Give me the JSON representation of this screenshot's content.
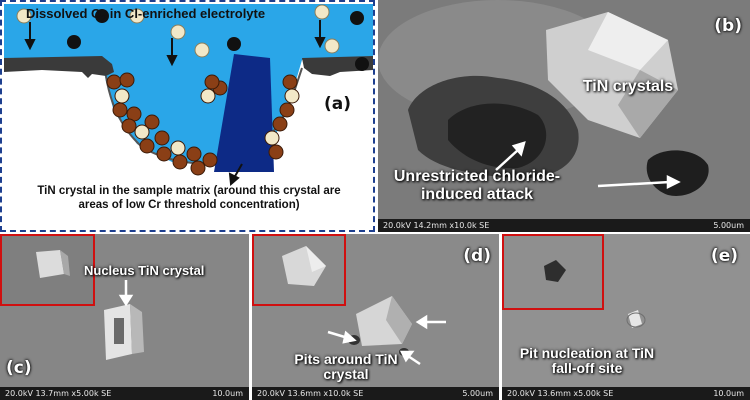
{
  "panel_a": {
    "letter": "(a)",
    "electrolyte_label": "Dissolved O",
    "electrolyte_sub": "2",
    "electrolyte_label_rest": " in Cl-enriched electrolyte",
    "caption": "TiN crystal in the sample matrix (around this crystal are areas of low Cr threshold concentration)",
    "colors": {
      "electrolyte": "#2aa6e8",
      "border": "#1d3f8f",
      "tin": "#0d2a86",
      "matrix": "#3a3a3a",
      "copper_sphere": "#8a3f16",
      "cream_sphere": "#f2e8c8"
    }
  },
  "panel_b": {
    "letter": "(b)",
    "label_tin": "TiN crystals",
    "label_attack": "Unrestricted chloride-induced attack",
    "footer_info": "20.0kV 14.2mm x10.0k SE",
    "scale": "5.00um"
  },
  "panel_c": {
    "letter": "(c)",
    "label": "Nucleus TiN crystal",
    "footer_info": "20.0kV 13.7mm x5.00k SE",
    "scale": "10.0um"
  },
  "panel_d": {
    "letter": "(d)",
    "label": "Pits around TiN crystal",
    "footer_info": "20.0kV 13.6mm x10.0k SE",
    "scale": "5.00um"
  },
  "panel_e": {
    "letter": "(e)",
    "label": "Pit nucleation at TiN fall-off site",
    "footer_info": "20.0kV 13.6mm x5.00k SE",
    "scale": "10.0um"
  }
}
